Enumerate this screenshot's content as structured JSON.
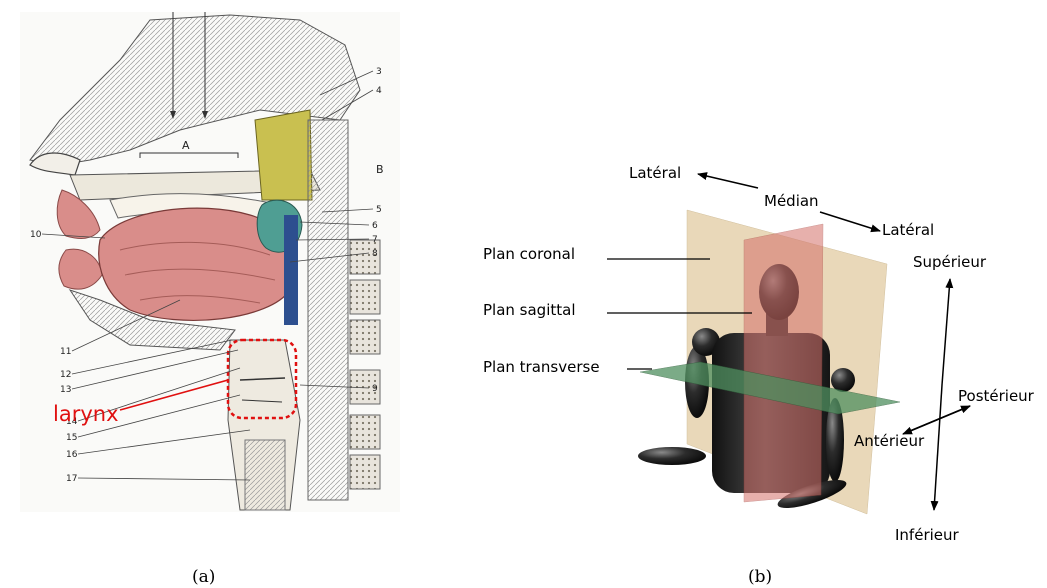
{
  "panel_a": {
    "caption": "(a)",
    "larynx_label": "larynx",
    "letters": [
      "A",
      "B"
    ],
    "numbers": [
      "3",
      "4",
      "5",
      "6",
      "7",
      "8",
      "9",
      "10",
      "11",
      "12",
      "13",
      "14",
      "15",
      "16",
      "17"
    ],
    "colors": {
      "tongue": "#d98d8a",
      "yellow_region": "#c9c050",
      "teal_region": "#4f9e93",
      "blue_region": "#2d4f8f",
      "highlight": "#e01010"
    }
  },
  "panel_b": {
    "caption": "(b)",
    "axes": {
      "lateral_left": "Latéral",
      "median": "Médian",
      "lateral_right": "Latéral",
      "superior": "Supérieur",
      "inferior": "Inférieur",
      "posterior": "Postérieur",
      "anterior": "Antérieur"
    },
    "planes": {
      "coronal": "Plan coronal",
      "sagittal": "Plan sagittal",
      "transverse": "Plan transverse"
    },
    "colors": {
      "coronal": "#e6d2ad",
      "sagittal": "#d4706a",
      "transverse": "#4f8f5f",
      "figure": "#222222"
    }
  }
}
